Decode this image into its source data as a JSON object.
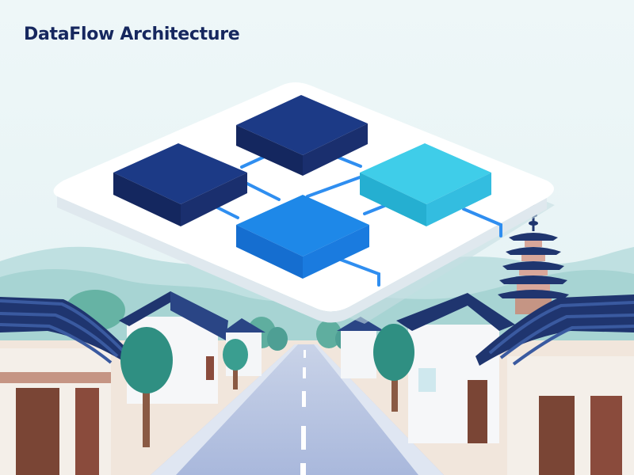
{
  "page": {
    "title": "DataFlow Architecture"
  },
  "palette": {
    "sky": "#e9f4f6",
    "navy": "#1a2f6e",
    "bright_blue": "#1e88e8",
    "cyan": "#3fcde9",
    "connector": "#2f8ef0",
    "title": "#16275e"
  },
  "illustration": {
    "subject": "isometric data-flow platform floating above a traditional village street",
    "blocks": [
      "navy",
      "navy",
      "bright_blue",
      "cyan"
    ],
    "icons": [
      "pagoda-icon",
      "tiled-roof-house-icon",
      "tree-icon",
      "road-icon"
    ]
  }
}
